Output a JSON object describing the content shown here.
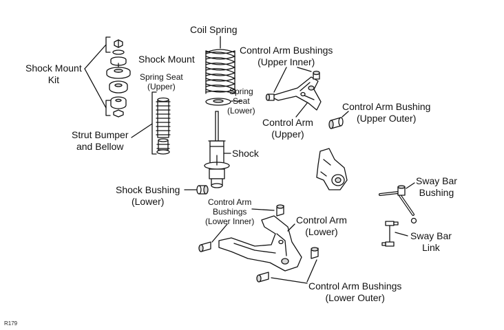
{
  "labels": {
    "coil_spring": "Coil Spring",
    "shock_mount_kit": [
      "Shock Mount",
      "Kit"
    ],
    "shock_mount": "Shock Mount",
    "spring_seat_upper": [
      "Spring Seat",
      "(Upper)"
    ],
    "spring_seat_lower": [
      "Spring",
      "Seat",
      "(Lower)"
    ],
    "strut_bumper": [
      "Strut Bumper",
      "and Bellow"
    ],
    "shock": "Shock",
    "shock_bushing_lower": [
      "Shock Bushing",
      "(Lower)"
    ],
    "ca_bushings_upper_inner": [
      "Control Arm Bushings",
      "(Upper Inner)"
    ],
    "ca_upper": [
      "Control Arm",
      "(Upper)"
    ],
    "ca_bushing_upper_outer": [
      "Control Arm Bushing",
      "(Upper Outer)"
    ],
    "sway_bar_bushing": [
      "Sway Bar",
      "Bushing"
    ],
    "ca_bushings_lower_inner": [
      "Control Arm",
      "Bushings",
      "(Lower Inner)"
    ],
    "ca_lower": [
      "Control Arm",
      "(Lower)"
    ],
    "sway_bar_link": [
      "Sway Bar",
      "Link"
    ],
    "ca_bushings_lower_outer": [
      "Control Arm Bushings",
      "(Lower Outer)"
    ],
    "figure_code": "R179"
  },
  "colors": {
    "line": "#111111",
    "fill": "#ffffff",
    "shade": "#d9d9d9"
  }
}
